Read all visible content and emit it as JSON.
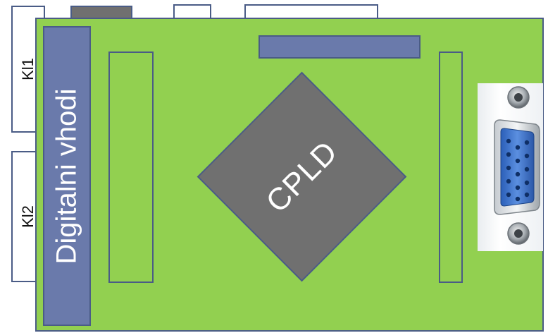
{
  "labels": {
    "kl1": "Kl1",
    "kl2": "Kl2",
    "digital_inputs": "Digitalni vhodi",
    "cpld": "CPLD"
  },
  "colors": {
    "board": "#92d050",
    "border": "#4a5c86",
    "bar": "#6a7aab",
    "chip": "#707070",
    "connector_blue": "#3f74cf"
  },
  "icons": {
    "vga_connector": "vga-connector-icon"
  }
}
